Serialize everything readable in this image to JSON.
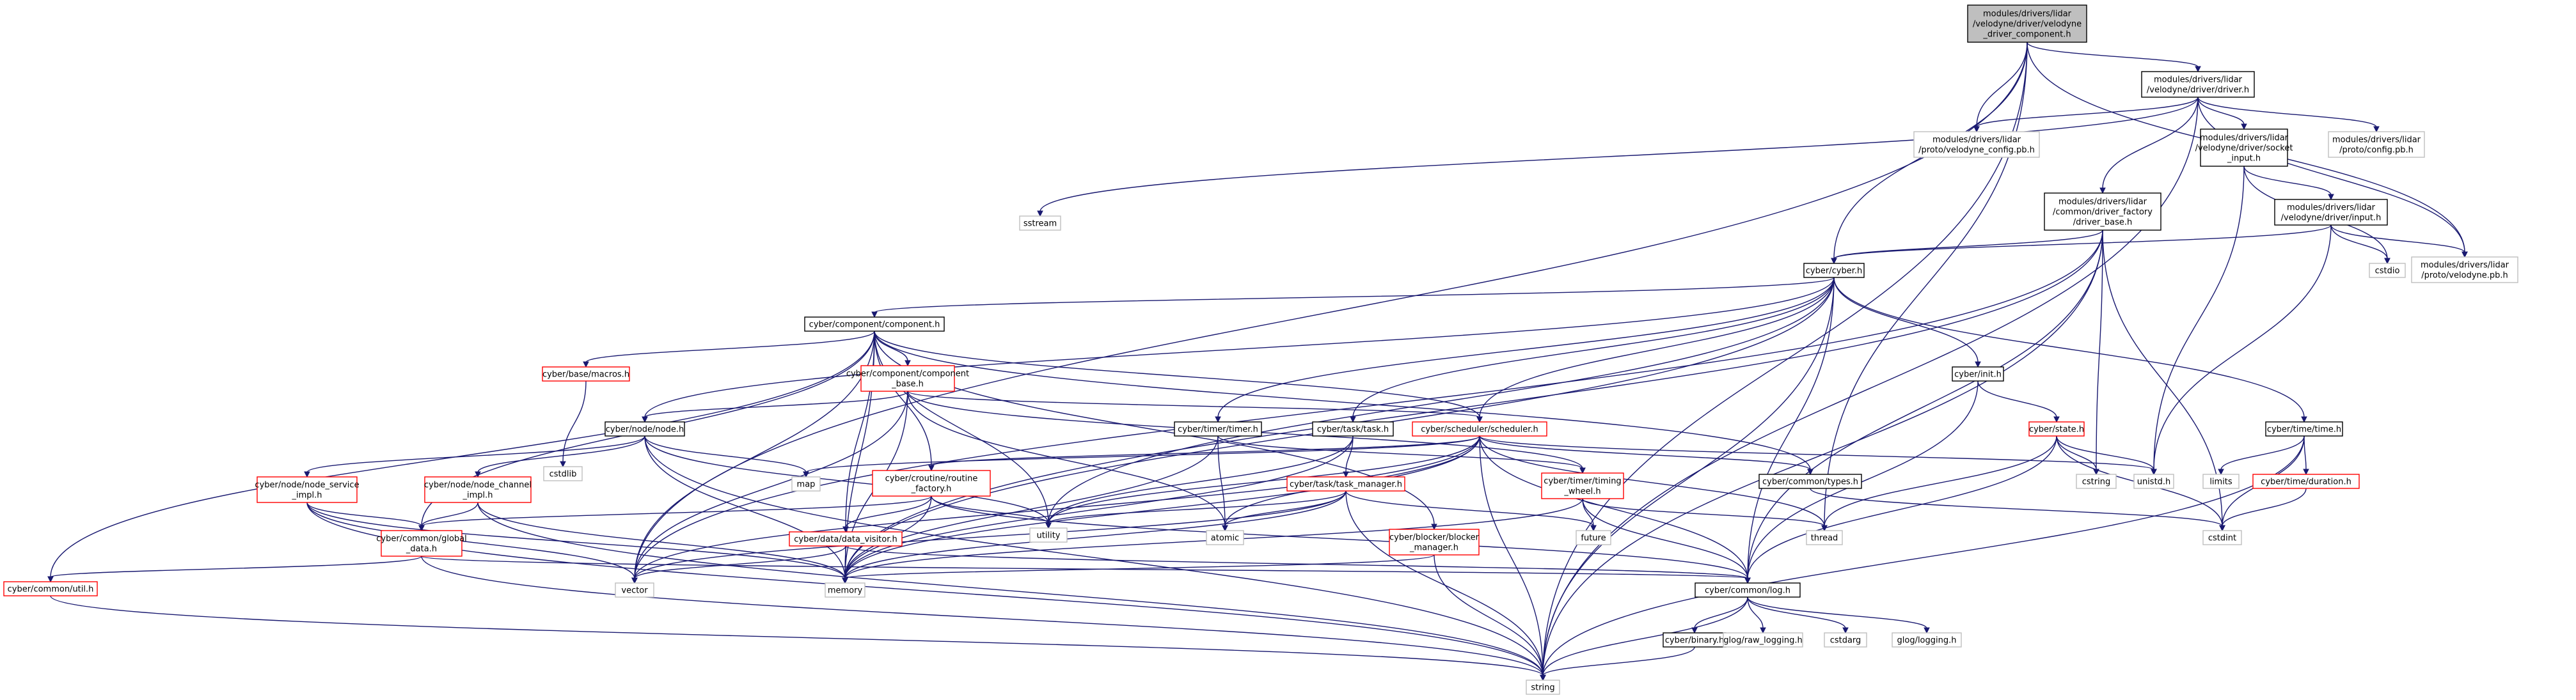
{
  "colors": {
    "edge": "#191970",
    "box_border_normal": "#000000",
    "box_border_red": "#ff0000",
    "box_border_system": "#bfbfbf",
    "root_fill": "#bfbfbf",
    "text": "#000000"
  },
  "nodes": [
    {
      "id": "vc",
      "lines": [
        "modules/drivers/lidar",
        "/velodyne/driver/velodyne",
        "_driver_component.h"
      ],
      "style": "root"
    },
    {
      "id": "drv",
      "lines": [
        "modules/drivers/lidar",
        "/velodyne/driver/driver.h"
      ],
      "style": "normal"
    },
    {
      "id": "vcfg",
      "lines": [
        "modules/drivers/lidar",
        "/proto/velodyne_config.pb.h"
      ],
      "style": "system"
    },
    {
      "id": "sock",
      "lines": [
        "modules/drivers/lidar",
        "/velodyne/driver/socket",
        "_input.h"
      ],
      "style": "normal"
    },
    {
      "id": "pcfg",
      "lines": [
        "modules/drivers/lidar",
        "/proto/config.pb.h"
      ],
      "style": "system"
    },
    {
      "id": "dbase",
      "lines": [
        "modules/drivers/lidar",
        "/common/driver_factory",
        "/driver_base.h"
      ],
      "style": "normal"
    },
    {
      "id": "input",
      "lines": [
        "modules/drivers/lidar",
        "/velodyne/driver/input.h"
      ],
      "style": "normal"
    },
    {
      "id": "sstream",
      "lines": [
        "sstream"
      ],
      "style": "system"
    },
    {
      "id": "cstdio",
      "lines": [
        "cstdio"
      ],
      "style": "system"
    },
    {
      "id": "vpb",
      "lines": [
        "modules/drivers/lidar",
        "/proto/velodyne.pb.h"
      ],
      "style": "system"
    },
    {
      "id": "cyber",
      "lines": [
        "cyber/cyber.h"
      ],
      "style": "normal"
    },
    {
      "id": "comp",
      "lines": [
        "cyber/component/component.h"
      ],
      "style": "normal"
    },
    {
      "id": "macros",
      "lines": [
        "cyber/base/macros.h"
      ],
      "style": "red"
    },
    {
      "id": "cbase",
      "lines": [
        "cyber/component/component",
        "_base.h"
      ],
      "style": "red"
    },
    {
      "id": "init",
      "lines": [
        "cyber/init.h"
      ],
      "style": "normal"
    },
    {
      "id": "cstdlib",
      "lines": [
        "cstdlib"
      ],
      "style": "system"
    },
    {
      "id": "node",
      "lines": [
        "cyber/node/node.h"
      ],
      "style": "normal"
    },
    {
      "id": "timer",
      "lines": [
        "cyber/timer/timer.h"
      ],
      "style": "normal"
    },
    {
      "id": "task",
      "lines": [
        "cyber/task/task.h"
      ],
      "style": "normal"
    },
    {
      "id": "sched",
      "lines": [
        "cyber/scheduler/scheduler.h"
      ],
      "style": "red"
    },
    {
      "id": "state",
      "lines": [
        "cyber/state.h"
      ],
      "style": "red"
    },
    {
      "id": "time",
      "lines": [
        "cyber/time/time.h"
      ],
      "style": "normal"
    },
    {
      "id": "nsvc",
      "lines": [
        "cyber/node/node_service",
        "_impl.h"
      ],
      "style": "red"
    },
    {
      "id": "nchan",
      "lines": [
        "cyber/node/node_channel",
        "_impl.h"
      ],
      "style": "red"
    },
    {
      "id": "map",
      "lines": [
        "map"
      ],
      "style": "system"
    },
    {
      "id": "croutine",
      "lines": [
        "cyber/croutine/routine",
        "_factory.h"
      ],
      "style": "red"
    },
    {
      "id": "tmgr",
      "lines": [
        "cyber/task/task_manager.h"
      ],
      "style": "red"
    },
    {
      "id": "twheel",
      "lines": [
        "cyber/timer/timing",
        "_wheel.h"
      ],
      "style": "red"
    },
    {
      "id": "ctypes",
      "lines": [
        "cyber/common/types.h"
      ],
      "style": "normal"
    },
    {
      "id": "cstring",
      "lines": [
        "cstring"
      ],
      "style": "system"
    },
    {
      "id": "unistd",
      "lines": [
        "unistd.h"
      ],
      "style": "system"
    },
    {
      "id": "limits",
      "lines": [
        "limits"
      ],
      "style": "system"
    },
    {
      "id": "duration",
      "lines": [
        "cyber/time/duration.h"
      ],
      "style": "red"
    },
    {
      "id": "gdata",
      "lines": [
        "cyber/common/global",
        "_data.h"
      ],
      "style": "red"
    },
    {
      "id": "utility",
      "lines": [
        "utility"
      ],
      "style": "system"
    },
    {
      "id": "atomic",
      "lines": [
        "atomic"
      ],
      "style": "system"
    },
    {
      "id": "future",
      "lines": [
        "future"
      ],
      "style": "system"
    },
    {
      "id": "thread",
      "lines": [
        "thread"
      ],
      "style": "system"
    },
    {
      "id": "cstdint",
      "lines": [
        "cstdint"
      ],
      "style": "system"
    },
    {
      "id": "dvisitor",
      "lines": [
        "cyber/data/data_visitor.h"
      ],
      "style": "red"
    },
    {
      "id": "blocker",
      "lines": [
        "cyber/blocker/blocker",
        "_manager.h"
      ],
      "style": "red"
    },
    {
      "id": "util",
      "lines": [
        "cyber/common/util.h"
      ],
      "style": "red"
    },
    {
      "id": "vector",
      "lines": [
        "vector"
      ],
      "style": "system"
    },
    {
      "id": "memory",
      "lines": [
        "memory"
      ],
      "style": "system"
    },
    {
      "id": "log",
      "lines": [
        "cyber/common/log.h"
      ],
      "style": "normal"
    },
    {
      "id": "binary",
      "lines": [
        "cyber/binary.h"
      ],
      "style": "normal"
    },
    {
      "id": "rawlog",
      "lines": [
        "glog/raw_logging.h"
      ],
      "style": "system"
    },
    {
      "id": "cstdarg",
      "lines": [
        "cstdarg"
      ],
      "style": "system"
    },
    {
      "id": "glog",
      "lines": [
        "glog/logging.h"
      ],
      "style": "system"
    },
    {
      "id": "string",
      "lines": [
        "string"
      ],
      "style": "system"
    }
  ],
  "edges": [
    [
      "vc",
      "drv"
    ],
    [
      "vc",
      "vcfg"
    ],
    [
      "vc",
      "vpb"
    ],
    [
      "vc",
      "cyber"
    ],
    [
      "vc",
      "thread"
    ],
    [
      "vc",
      "string"
    ],
    [
      "vc",
      "vector"
    ],
    [
      "drv",
      "vcfg"
    ],
    [
      "drv",
      "sock"
    ],
    [
      "drv",
      "pcfg"
    ],
    [
      "drv",
      "dbase"
    ],
    [
      "drv",
      "vpb"
    ],
    [
      "drv",
      "string"
    ],
    [
      "drv",
      "sstream"
    ],
    [
      "sock",
      "input"
    ],
    [
      "sock",
      "unistd"
    ],
    [
      "sock",
      "cstdio"
    ],
    [
      "input",
      "cyber"
    ],
    [
      "input",
      "vpb"
    ],
    [
      "input",
      "cstdio"
    ],
    [
      "input",
      "unistd"
    ],
    [
      "dbase",
      "cyber"
    ],
    [
      "dbase",
      "memory"
    ],
    [
      "dbase",
      "cstring"
    ],
    [
      "dbase",
      "string"
    ],
    [
      "dbase",
      "log"
    ],
    [
      "dbase",
      "cstdint"
    ],
    [
      "dbase",
      "vector"
    ],
    [
      "cyber",
      "comp"
    ],
    [
      "cyber",
      "init"
    ],
    [
      "cyber",
      "node"
    ],
    [
      "cyber",
      "task"
    ],
    [
      "cyber",
      "timer"
    ],
    [
      "cyber",
      "time"
    ],
    [
      "cyber",
      "log"
    ],
    [
      "cyber",
      "string"
    ],
    [
      "cyber",
      "memory"
    ],
    [
      "cyber",
      "utility"
    ],
    [
      "cyber",
      "sched"
    ],
    [
      "comp",
      "macros"
    ],
    [
      "comp",
      "cbase"
    ],
    [
      "comp",
      "gdata"
    ],
    [
      "comp",
      "util"
    ],
    [
      "comp",
      "memory"
    ],
    [
      "comp",
      "utility"
    ],
    [
      "comp",
      "vector"
    ],
    [
      "comp",
      "sched"
    ],
    [
      "comp",
      "ctypes"
    ],
    [
      "comp",
      "croutine"
    ],
    [
      "comp",
      "dvisitor"
    ],
    [
      "comp",
      "blocker"
    ],
    [
      "macros",
      "cstdlib"
    ],
    [
      "cbase",
      "node"
    ],
    [
      "cbase",
      "sched"
    ],
    [
      "cbase",
      "memory"
    ],
    [
      "cbase",
      "atomic"
    ],
    [
      "cbase",
      "vector"
    ],
    [
      "cbase",
      "twheel"
    ],
    [
      "node",
      "nsvc"
    ],
    [
      "node",
      "nchan"
    ],
    [
      "node",
      "map"
    ],
    [
      "node",
      "memory"
    ],
    [
      "node",
      "string"
    ],
    [
      "node",
      "utility"
    ],
    [
      "nsvc",
      "gdata"
    ],
    [
      "nsvc",
      "memory"
    ],
    [
      "nsvc",
      "string"
    ],
    [
      "nsvc",
      "vector"
    ],
    [
      "nchan",
      "gdata"
    ],
    [
      "nchan",
      "memory"
    ],
    [
      "nchan",
      "string"
    ],
    [
      "gdata",
      "util"
    ],
    [
      "gdata",
      "string"
    ],
    [
      "gdata",
      "log"
    ],
    [
      "util",
      "string"
    ],
    [
      "init",
      "state"
    ],
    [
      "init",
      "log"
    ],
    [
      "state",
      "cstring"
    ],
    [
      "state",
      "unistd"
    ],
    [
      "state",
      "cstdint"
    ],
    [
      "state",
      "thread"
    ],
    [
      "state",
      "log"
    ],
    [
      "time",
      "limits"
    ],
    [
      "time",
      "duration"
    ],
    [
      "time",
      "string"
    ],
    [
      "time",
      "cstdint"
    ],
    [
      "duration",
      "cstdint"
    ],
    [
      "timer",
      "atomic"
    ],
    [
      "timer",
      "memory"
    ],
    [
      "timer",
      "twheel"
    ],
    [
      "task",
      "tmgr"
    ],
    [
      "task",
      "utility"
    ],
    [
      "task",
      "memory"
    ],
    [
      "tmgr",
      "atomic"
    ],
    [
      "tmgr",
      "future"
    ],
    [
      "tmgr",
      "memory"
    ],
    [
      "tmgr",
      "string"
    ],
    [
      "tmgr",
      "utility"
    ],
    [
      "tmgr",
      "vector"
    ],
    [
      "sched",
      "croutine"
    ],
    [
      "sched",
      "ctypes"
    ],
    [
      "sched",
      "map"
    ],
    [
      "sched",
      "memory"
    ],
    [
      "sched",
      "string"
    ],
    [
      "sched",
      "unistd"
    ],
    [
      "sched",
      "atomic"
    ],
    [
      "sched",
      "thread"
    ],
    [
      "sched",
      "vector"
    ],
    [
      "sched",
      "log"
    ],
    [
      "sched",
      "utility"
    ],
    [
      "croutine",
      "gdata"
    ],
    [
      "croutine",
      "dvisitor"
    ],
    [
      "croutine",
      "memory"
    ],
    [
      "croutine",
      "utility"
    ],
    [
      "croutine",
      "log"
    ],
    [
      "dvisitor",
      "memory"
    ],
    [
      "dvisitor",
      "vector"
    ],
    [
      "dvisitor",
      "log"
    ],
    [
      "blocker",
      "memory"
    ],
    [
      "blocker",
      "string"
    ],
    [
      "twheel",
      "future"
    ],
    [
      "twheel",
      "thread"
    ],
    [
      "twheel",
      "log"
    ],
    [
      "twheel",
      "memory"
    ],
    [
      "ctypes",
      "cstdint"
    ],
    [
      "log",
      "binary"
    ],
    [
      "log",
      "rawlog"
    ],
    [
      "log",
      "cstdarg"
    ],
    [
      "log",
      "glog"
    ],
    [
      "log",
      "string"
    ],
    [
      "binary",
      "string"
    ]
  ]
}
